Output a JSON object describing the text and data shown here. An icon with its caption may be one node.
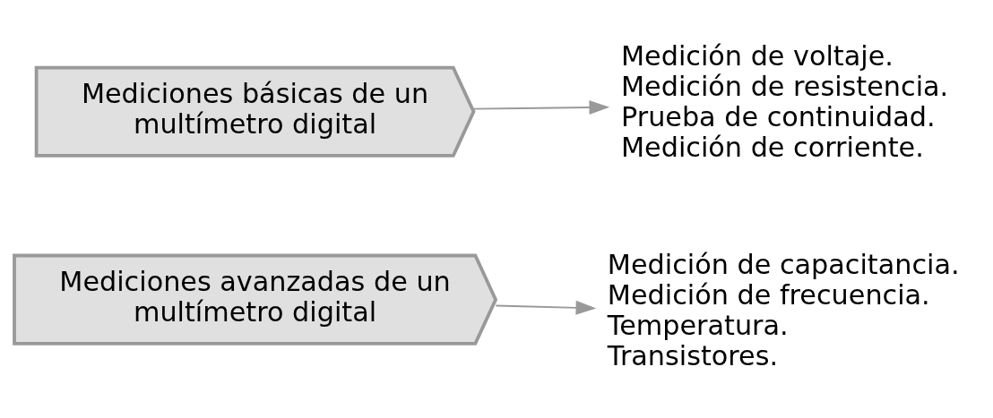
{
  "diagram": {
    "nodes": [
      {
        "text": [
          "Mediciones básicas de un multímetro digital"
        ]
      },
      {
        "text": [
          "Medición de voltaje.",
          "Medición de resistencia.",
          "Prueba de continuidad.",
          "Medición de corriente."
        ]
      },
      {
        "text": [
          "Mediciones avanzadas de un multímetro digital"
        ]
      },
      {
        "text": [
          "Medición de capacitancia.",
          "Medición de frecuencia.",
          "Temperatura.",
          "Transistores."
        ]
      }
    ],
    "edges": [
      {
        "from": 0,
        "to": 1,
        "arrow": "to"
      },
      {
        "from": 2,
        "to": 3,
        "arrow": "to"
      }
    ]
  }
}
